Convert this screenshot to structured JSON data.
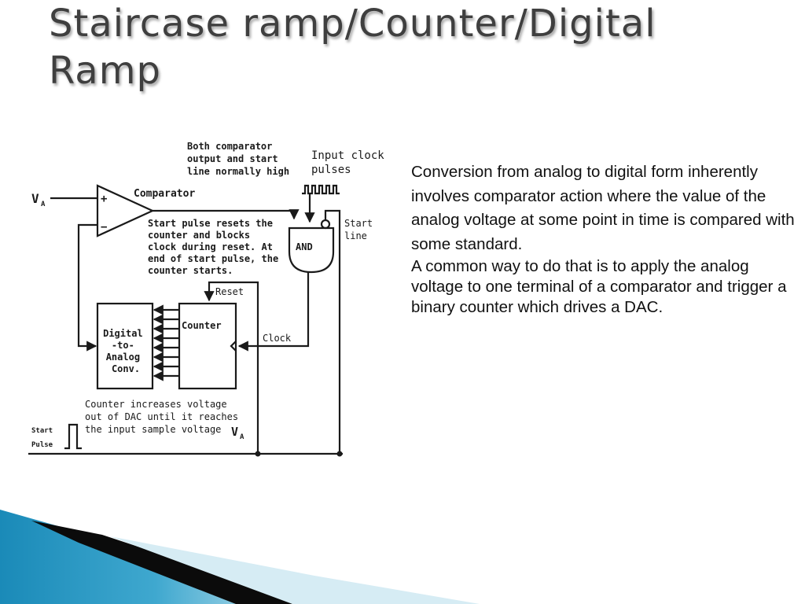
{
  "slide": {
    "title_line1": "Staircase ramp/Counter/Digital",
    "title_line2": "Ramp",
    "body": [
      "Conversion from analog to digital form inherently involves comparator action where the value of the analog voltage at some point in time is compared with some standard.",
      "A common way to do that is to apply the analog voltage to one terminal of a comparator and trigger a binary counter which drives a DAC."
    ]
  },
  "diagram": {
    "note_top": [
      "Both comparator",
      "output and start",
      "line normally high"
    ],
    "input_clock": [
      "Input clock",
      "pulses"
    ],
    "va_left": "V",
    "va_sub": "A",
    "plus": "+",
    "minus": "−",
    "comparator": "Comparator",
    "start_line": [
      "Start",
      "line"
    ],
    "and_gate": "AND",
    "note_mid": [
      "Start pulse resets the",
      "counter and blocks",
      "clock during reset. At",
      "end of start pulse, the",
      "counter starts."
    ],
    "reset": "Reset",
    "counter": "Counter",
    "clock": "Clock",
    "dac": [
      "Digital",
      "-to-",
      "Analog",
      "Conv."
    ],
    "note_bottom": [
      "Counter increases voltage",
      "out of DAC until it reaches",
      "the input sample voltage"
    ],
    "va_bottom": "V",
    "start_pulse": [
      "Start",
      "Pulse"
    ]
  },
  "colors": {
    "title": "#3f3f3f",
    "text": "#111111",
    "accent_blue": "#1e88b8",
    "accent_dark": "#0b0b0b",
    "accent_light": "#d6ecf4"
  }
}
